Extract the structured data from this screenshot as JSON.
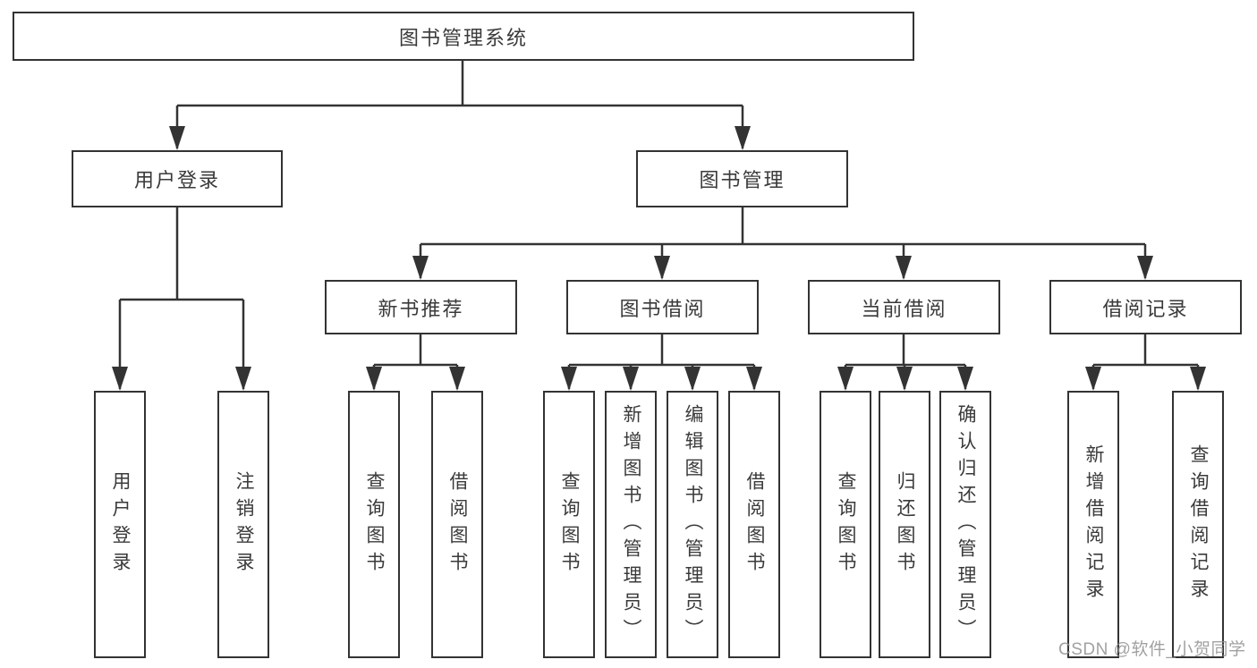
{
  "colors": {
    "line": "#333333",
    "box_border": "#333333",
    "text": "#3a3a3a",
    "background": "#ffffff",
    "watermark": "#919191"
  },
  "tree": {
    "label": "图书管理系统",
    "children": [
      {
        "label": "用户登录",
        "children": [
          {
            "label": "用户登录"
          },
          {
            "label": "注销登录"
          }
        ]
      },
      {
        "label": "图书管理",
        "children": [
          {
            "label": "新书推荐",
            "children": [
              {
                "label": "查询图书"
              },
              {
                "label": "借阅图书"
              }
            ]
          },
          {
            "label": "图书借阅",
            "children": [
              {
                "label": "查询图书"
              },
              {
                "label": "新增图书（管理员）"
              },
              {
                "label": "编辑图书（管理员）"
              },
              {
                "label": "借阅图书"
              }
            ]
          },
          {
            "label": "当前借阅",
            "children": [
              {
                "label": "查询图书"
              },
              {
                "label": "归还图书"
              },
              {
                "label": "确认归还（管理员）"
              }
            ]
          },
          {
            "label": "借阅记录",
            "children": [
              {
                "label": "新增借阅记录"
              },
              {
                "label": "查询借阅记录"
              }
            ]
          }
        ]
      }
    ]
  },
  "watermark": {
    "text": "CSDN @软件_小贺同学"
  }
}
